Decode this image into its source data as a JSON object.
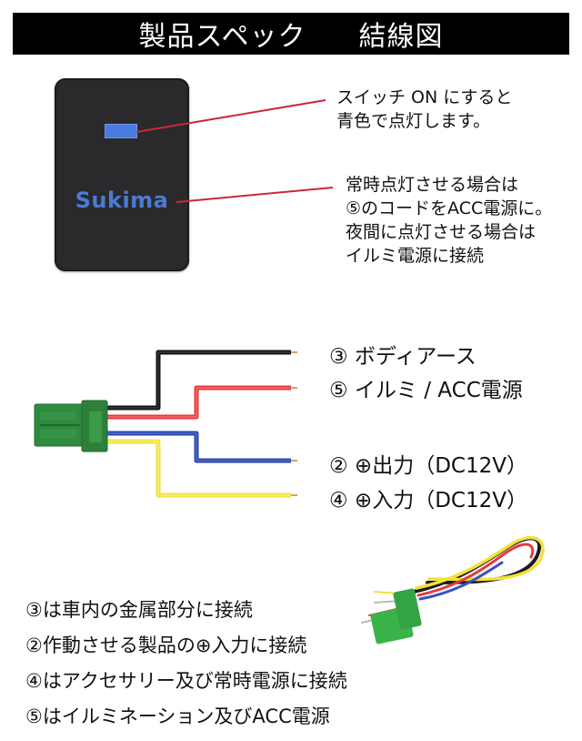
{
  "header": {
    "title_left": "製品スペック",
    "title_right": "結線図"
  },
  "device": {
    "logo": "Sukima",
    "led_color": "#4a7be0",
    "logo_color": "#4b7bd4"
  },
  "notes": [
    {
      "lines": [
        "スイッチ ON にすると",
        "青色で点灯します。"
      ]
    },
    {
      "lines": [
        "常時点灯させる場合は",
        "⑤のコードをACC電源に。",
        "夜間に点灯させる場合は",
        "イルミ電源に接続"
      ]
    }
  ],
  "wires": [
    {
      "id": "3",
      "color": "#1a1a1a",
      "label": "③ ボディアース"
    },
    {
      "id": "5",
      "color": "#e8393b",
      "label": "⑤ イルミ / ACC電源"
    },
    {
      "id": "2",
      "color": "#2a46b0",
      "label": "② ⊕出力（DC12V）"
    },
    {
      "id": "4",
      "color": "#f2e23a",
      "label": "④ ⊕入力（DC12V）"
    }
  ],
  "connector_color": "#2f8a3e",
  "instructions": [
    "③は車内の金属部分に接続",
    "②作動させる製品の⊕入力に接続",
    "④はアクセサリー及び常時電源に接続",
    "⑤はイルミネーション及びACC電源"
  ]
}
